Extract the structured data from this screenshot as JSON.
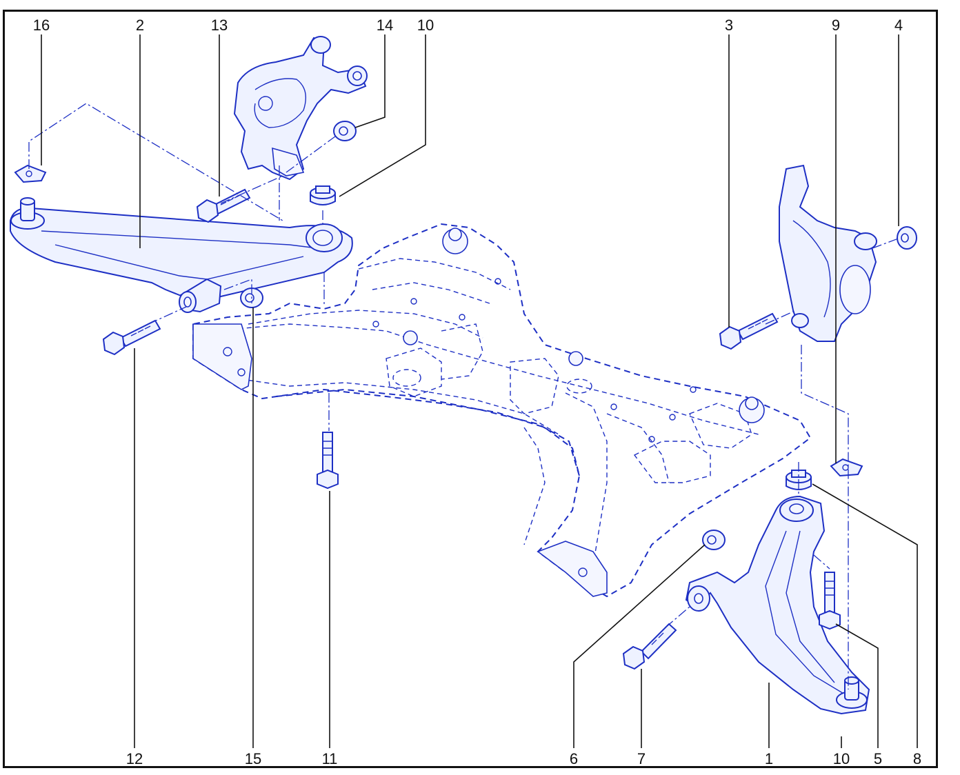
{
  "diagram": {
    "callouts": [
      {
        "id": "c16a",
        "text": "16"
      },
      {
        "id": "c2",
        "text": "2"
      },
      {
        "id": "c13",
        "text": "13"
      },
      {
        "id": "c14",
        "text": "14"
      },
      {
        "id": "c10a",
        "text": "10"
      },
      {
        "id": "c3",
        "text": "3"
      },
      {
        "id": "c9",
        "text": "9"
      },
      {
        "id": "c4",
        "text": "4"
      },
      {
        "id": "c12",
        "text": "12"
      },
      {
        "id": "c15",
        "text": "15"
      },
      {
        "id": "c11",
        "text": "11"
      },
      {
        "id": "c6",
        "text": "6"
      },
      {
        "id": "c7",
        "text": "7"
      },
      {
        "id": "c1",
        "text": "1"
      },
      {
        "id": "c10b",
        "text": "10"
      },
      {
        "id": "c5",
        "text": "5"
      },
      {
        "id": "c8",
        "text": "8"
      }
    ],
    "colors": {
      "line_art": "#1d2fc4",
      "part_fill": "#eef2ff",
      "leader": "#111111",
      "border": "#111111"
    }
  }
}
